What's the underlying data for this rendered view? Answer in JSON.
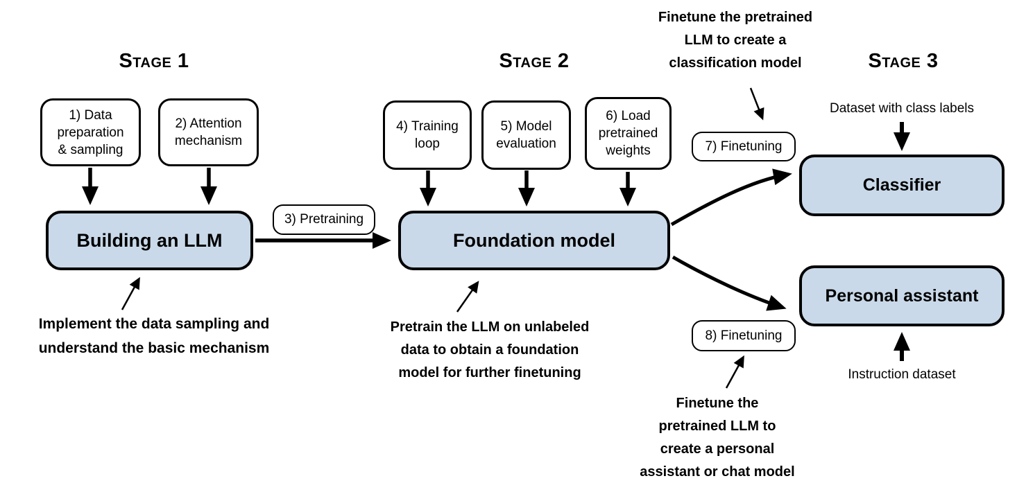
{
  "colors": {
    "node_fill": "#c9d9e9",
    "node_border": "#000000",
    "background": "#ffffff"
  },
  "stage_titles": [
    {
      "label": "Stage 1"
    },
    {
      "label": "Stage 2"
    },
    {
      "label": "Stage 3"
    }
  ],
  "step_boxes": {
    "data_preparation": {
      "lines": [
        "1) Data",
        "preparation",
        "& sampling"
      ]
    },
    "attention": {
      "lines": [
        "2) Attention",
        "mechanism"
      ]
    },
    "training_loop": {
      "lines": [
        "4) Training",
        "loop"
      ]
    },
    "model_evaluation": {
      "lines": [
        "5) Model",
        "evaluation"
      ]
    },
    "load_weights": {
      "lines": [
        "6) Load",
        "pretrained",
        "weights"
      ]
    }
  },
  "main_nodes": {
    "building_llm": {
      "label": "Building an LLM"
    },
    "foundation_model": {
      "label": "Foundation model"
    },
    "classifier": {
      "label": "Classifier"
    },
    "personal_assistant": {
      "label": "Personal assistant"
    }
  },
  "pills": {
    "pretraining": {
      "label": "3) Pretraining"
    },
    "finetuning_7": {
      "label": "7) Finetuning"
    },
    "finetuning_8": {
      "label": "8) Finetuning"
    }
  },
  "io_labels": {
    "dataset_class_labels": "Dataset with class labels",
    "instruction_dataset": "Instruction dataset"
  },
  "annotations": {
    "implement": {
      "lines": [
        "Implement the data sampling and",
        "understand the basic mechanism"
      ]
    },
    "pretrain": {
      "lines": [
        "Pretrain the LLM on unlabeled",
        "data to obtain a foundation",
        "model for further finetuning"
      ]
    },
    "finetune_classifier": {
      "lines": [
        "Finetune the pretrained",
        "LLM to create a",
        "classification model"
      ]
    },
    "finetune_assistant": {
      "lines": [
        "Finetune the",
        "pretrained LLM to",
        "create a personal",
        "assistant or chat model"
      ]
    }
  }
}
